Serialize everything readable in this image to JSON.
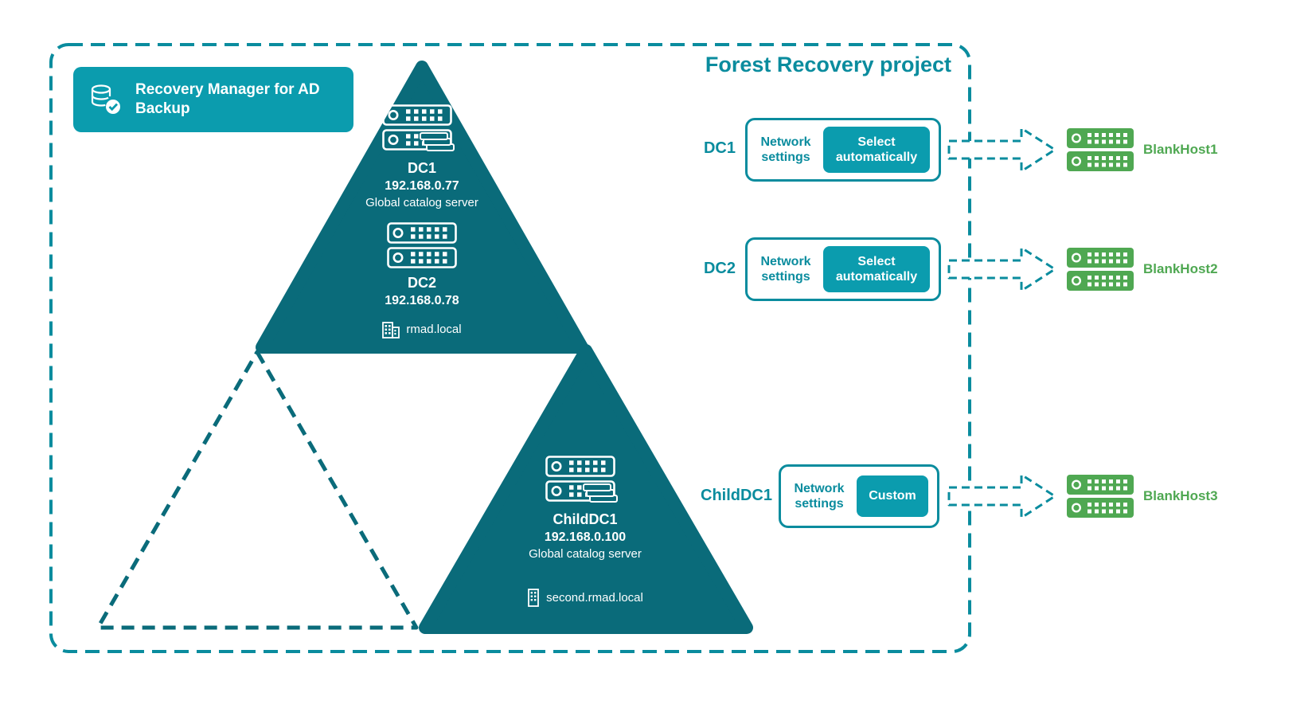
{
  "title": "Forest Recovery project",
  "badge": {
    "label": "Recovery Manager for AD Backup"
  },
  "colors": {
    "teal_dark": "#0A6B7A",
    "teal_bright": "#0B9CAE",
    "teal_text": "#0A8C9E",
    "green": "#4FA852",
    "white": "#FFFFFF"
  },
  "icons": {
    "badge": "database-check-icon",
    "dc_with_backup": "server-with-backup-icon",
    "dc_plain": "server-icon",
    "domain": "building-icon",
    "target_host": "green-server-icon",
    "flow": "dashed-right-arrow"
  },
  "domains": {
    "root": {
      "dc1": {
        "name": "DC1",
        "ip": "192.168.0.77",
        "role": "Global catalog server"
      },
      "dc2": {
        "name": "DC2",
        "ip": "192.168.0.78"
      },
      "domain": "rmad.local"
    },
    "child": {
      "dc1": {
        "name": "ChildDC1",
        "ip": "192.168.0.100",
        "role": "Global catalog server"
      },
      "domain": "second.rmad.local"
    }
  },
  "recovery_rows": [
    {
      "dc": "DC1",
      "settings": "Network settings",
      "button": "Select automatically",
      "host": "BlankHost1"
    },
    {
      "dc": "DC2",
      "settings": "Network settings",
      "button": "Select automatically",
      "host": "BlankHost2"
    },
    {
      "dc": "ChildDC1",
      "settings": "Network settings",
      "button": "Custom",
      "host": "BlankHost3"
    }
  ]
}
